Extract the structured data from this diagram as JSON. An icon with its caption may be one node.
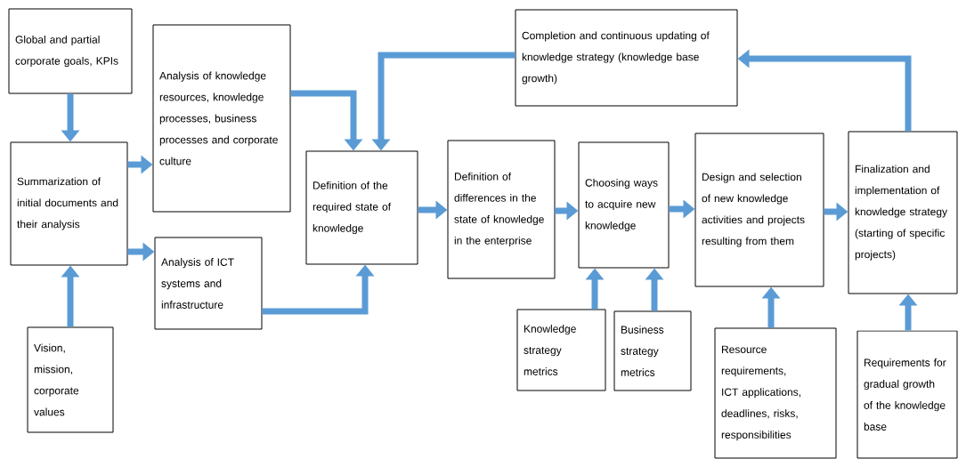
{
  "diagram": {
    "nodes": [
      {
        "text": [
          "Global and partial corporate goals, KPIs"
        ]
      },
      {
        "text": [
          "Summarization of initial documents and their analysis"
        ]
      },
      {
        "text": [
          "Analysis of knowledge resources, knowledge processes, business processes and corporate culture"
        ]
      },
      {
        "text": [
          "Analysis of ICT systems and infrastructure"
        ]
      },
      {
        "text": [
          "Vision, mission, corporate values"
        ]
      },
      {
        "text": [
          "Definition of the required state of knowledge"
        ]
      },
      {
        "text": [
          "Completion and continuous updating of knowledge strategy (knowledge base growth)"
        ]
      },
      {
        "text": [
          "Definition of differences in the state of knowledge in the enterprise"
        ]
      },
      {
        "text": [
          "Choosing ways to acquire new knowledge"
        ]
      },
      {
        "text": [
          "Knowledge strategy metrics"
        ]
      },
      {
        "text": [
          "Business strategy metrics"
        ]
      },
      {
        "text": [
          "Design and selection of new knowledge activities and projects resulting from them"
        ]
      },
      {
        "text": [
          "Finalization and implementation of knowledge strategy (starting of specific projects)"
        ]
      },
      {
        "text": [
          "Resource requirements, ICT applications, deadlines, risks, responsibilities"
        ]
      },
      {
        "text": [
          "Requirements for gradual growth of the knowledge base"
        ]
      }
    ],
    "edges": [
      {
        "from": 0,
        "to": 1,
        "arrow": "to"
      },
      {
        "from": 4,
        "to": 1,
        "arrow": "to"
      },
      {
        "from": 1,
        "to": 2,
        "arrow": "to"
      },
      {
        "from": 1,
        "to": 3,
        "arrow": "to"
      },
      {
        "from": 2,
        "to": 5,
        "arrow": "to"
      },
      {
        "from": 3,
        "to": 5,
        "arrow": "to"
      },
      {
        "from": 6,
        "to": 5,
        "arrow": "to"
      },
      {
        "from": 5,
        "to": 7,
        "arrow": "to"
      },
      {
        "from": 7,
        "to": 8,
        "arrow": "to"
      },
      {
        "from": 9,
        "to": 8,
        "arrow": "to"
      },
      {
        "from": 10,
        "to": 8,
        "arrow": "to"
      },
      {
        "from": 8,
        "to": 11,
        "arrow": "to"
      },
      {
        "from": 11,
        "to": 12,
        "arrow": "to"
      },
      {
        "from": 13,
        "to": 11,
        "arrow": "to"
      },
      {
        "from": 14,
        "to": 12,
        "arrow": "to"
      },
      {
        "from": 12,
        "to": 6,
        "arrow": "to"
      }
    ]
  }
}
